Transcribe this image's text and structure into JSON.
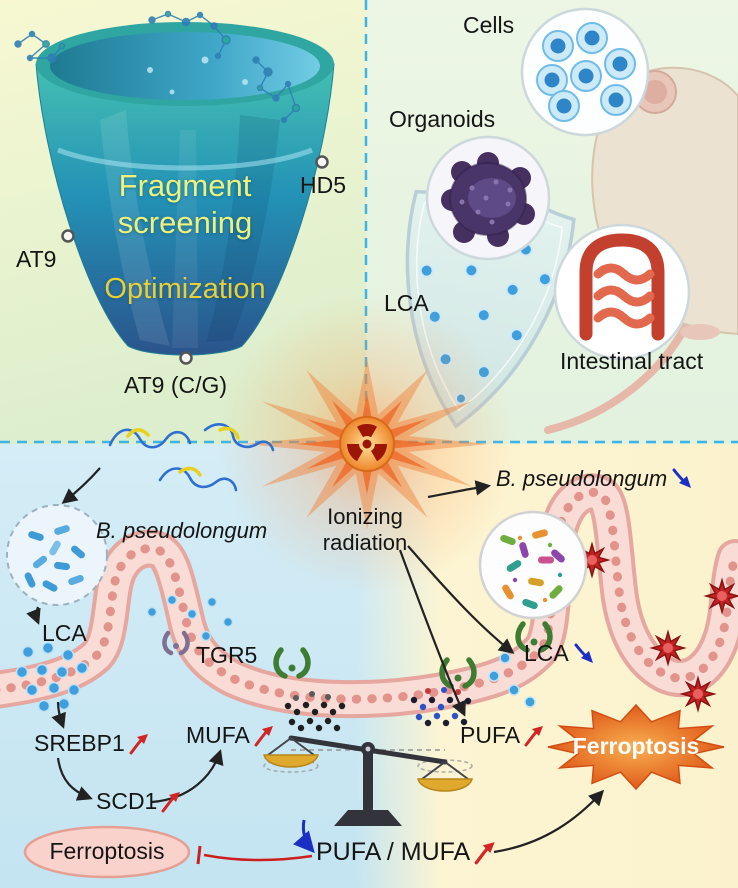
{
  "funnel": {
    "screening": "Fragment screening",
    "optimization": "Optimization",
    "hd5": "HD5",
    "at9": "AT9",
    "at9cg": "AT9 (C/G)"
  },
  "models": {
    "cells": "Cells",
    "organoids": "Organoids",
    "shield_lca": "LCA",
    "intestinal_tract": "Intestinal tract"
  },
  "center": {
    "ionizing_radiation": "Ionizing radiation"
  },
  "left_pathway": {
    "bacterium": "B. pseudolongum",
    "lca": "LCA",
    "receptor": "TGR5",
    "srebp1": "SREBP1",
    "scd1": "SCD1",
    "mufa": "MUFA",
    "ferroptosis": "Ferroptosis"
  },
  "right_pathway": {
    "bacterium": "B. pseudolongum",
    "lca": "LCA",
    "pufa": "PUFA",
    "ferroptosis": "Ferroptosis"
  },
  "balance": {
    "ratio": "PUFA / MUFA"
  },
  "colors": {
    "divider_dashed": "#3db4e8",
    "up_arrow": "#d42525",
    "down_arrow": "#1b2fc4",
    "funnel_text": "#eef27c",
    "optimization_text": "#e8cf35",
    "lca_dot": "#3e9fdc",
    "ferroptosis_burst": "#e8701f",
    "ferroptosis_oval": "#f9d2cb"
  }
}
